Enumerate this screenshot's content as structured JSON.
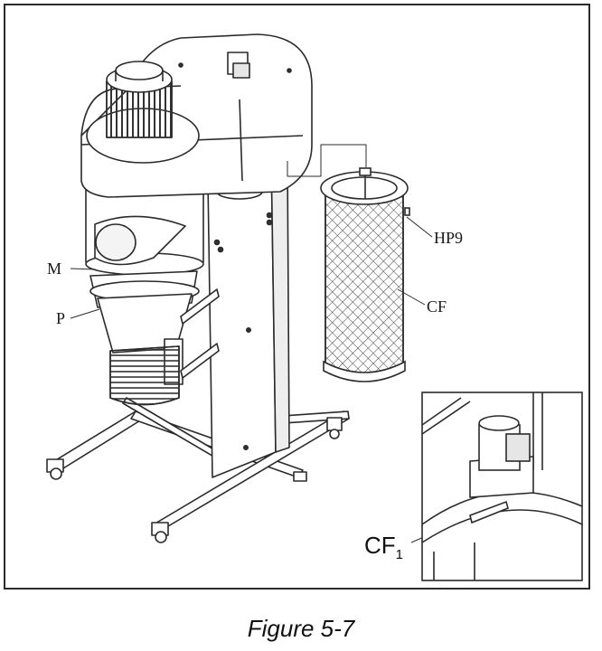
{
  "figure": {
    "caption": "Figure 5-7"
  },
  "labels": {
    "m": "M",
    "p": "P",
    "hp9": "HP9",
    "cf": "CF",
    "cf1_main": "CF",
    "cf1_sub": "1"
  },
  "colors": {
    "line": "#2b2b2b",
    "fill": "#ffffff",
    "shade": "#e6e6e6"
  },
  "icons": {
    "dust_collector": "dust-collector-drawing",
    "canister_filter": "canister-filter-drawing",
    "detail_inset": "filter-handle-detail-inset"
  }
}
